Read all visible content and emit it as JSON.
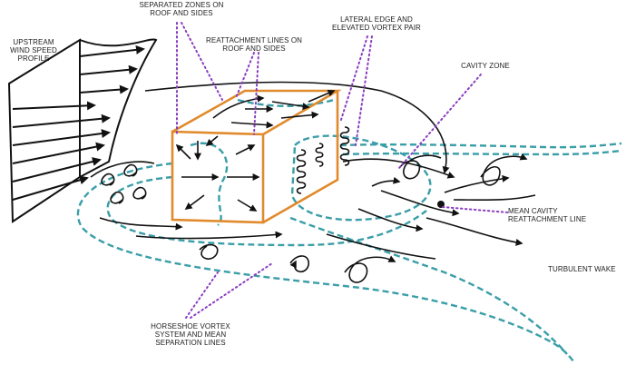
{
  "labels": {
    "upstream": [
      "UPSTREAM",
      "WIND SPEED",
      "PROFILE"
    ],
    "separated": [
      "SEPARATED ZONES ON",
      "ROOF AND SIDES"
    ],
    "reattachment": [
      "REATTACHMENT LINES ON",
      "ROOF AND SIDES"
    ],
    "lateral": [
      "LATERAL EDGE AND",
      "ELEVATED VORTEX PAIR"
    ],
    "cavity": [
      "CAVITY ZONE"
    ],
    "mean_cavity": [
      "MEAN CAVITY",
      "REATTACHMENT LINE"
    ],
    "turbulent": [
      "TURBULENT WAKE"
    ],
    "horseshoe": [
      "HORSESHOE VORTEX",
      "SYSTEM AND MEAN",
      "SEPARATION LINES"
    ]
  },
  "colors": {
    "ink": "#111111",
    "building": "#e08a2c",
    "separation": "#3a9ea8",
    "leader": "#8a3cc0",
    "text": "#222222"
  }
}
